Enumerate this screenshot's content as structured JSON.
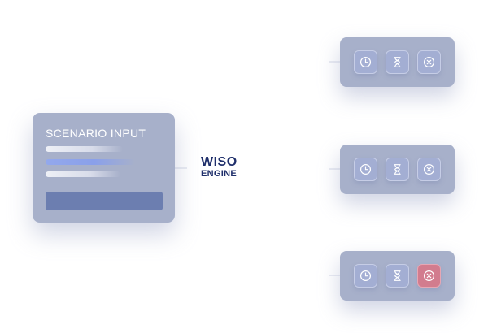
{
  "scenario": {
    "title": "SCENARIO INPUT"
  },
  "engine": {
    "name": "WISO",
    "subtitle": "ENGINE"
  },
  "results": [
    {
      "caption": "",
      "buttons": [
        {
          "icon": "clock-icon",
          "state": "neutral"
        },
        {
          "icon": "hourglass-icon",
          "state": "neutral"
        },
        {
          "icon": "cancel-icon",
          "state": "neutral"
        }
      ]
    },
    {
      "caption": "",
      "buttons": [
        {
          "icon": "clock-icon",
          "state": "neutral"
        },
        {
          "icon": "hourglass-icon",
          "state": "neutral"
        },
        {
          "icon": "cancel-icon",
          "state": "neutral"
        }
      ]
    },
    {
      "caption": "",
      "buttons": [
        {
          "icon": "clock-icon",
          "state": "neutral"
        },
        {
          "icon": "hourglass-icon",
          "state": "neutral"
        },
        {
          "icon": "cancel-icon",
          "state": "active"
        }
      ]
    }
  ],
  "colors": {
    "card": "#a7b0ca",
    "accent_bar": "#8aa0ea",
    "button": "#6c7eb0",
    "engine_text": "#1f2f6b",
    "alert": "#d27c8e"
  }
}
